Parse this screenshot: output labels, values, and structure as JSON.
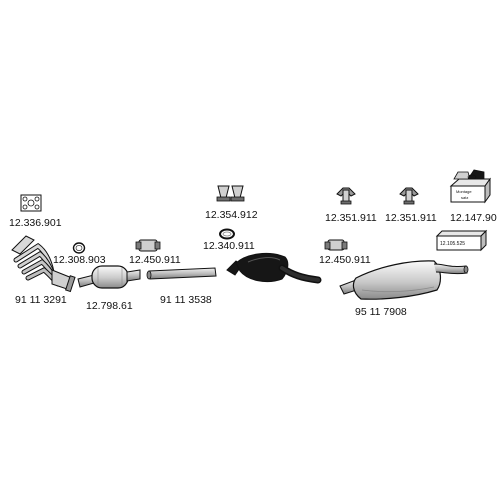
{
  "parts": {
    "gasket_four_hole": "12.336.901",
    "exhaust_manifold": "91 11 3291",
    "ring_gasket": "12.308.903",
    "catalytic_converter": "12.798.61",
    "clamp_front": "12.450.911",
    "intermediate_pipe": "91 11 3538",
    "rubber_mounts_pair": "12.354.912",
    "rubber_ring_mount": "12.340.911",
    "clamp_rear": "12.450.911",
    "hanger_left": "12.351.911",
    "hanger_right": "12.351.911",
    "rear_silencer": "95 11 7908",
    "mounting_kit": "12.147.90",
    "kit_box_label": "12.105.525"
  },
  "kit_text": {
    "top": "Montage",
    "bottom": "satz"
  },
  "colors": {
    "ink": "#111111",
    "part_fill": "#d8d8d8",
    "part_dark": "#7a7a7a",
    "silencer_black": "#161616"
  }
}
